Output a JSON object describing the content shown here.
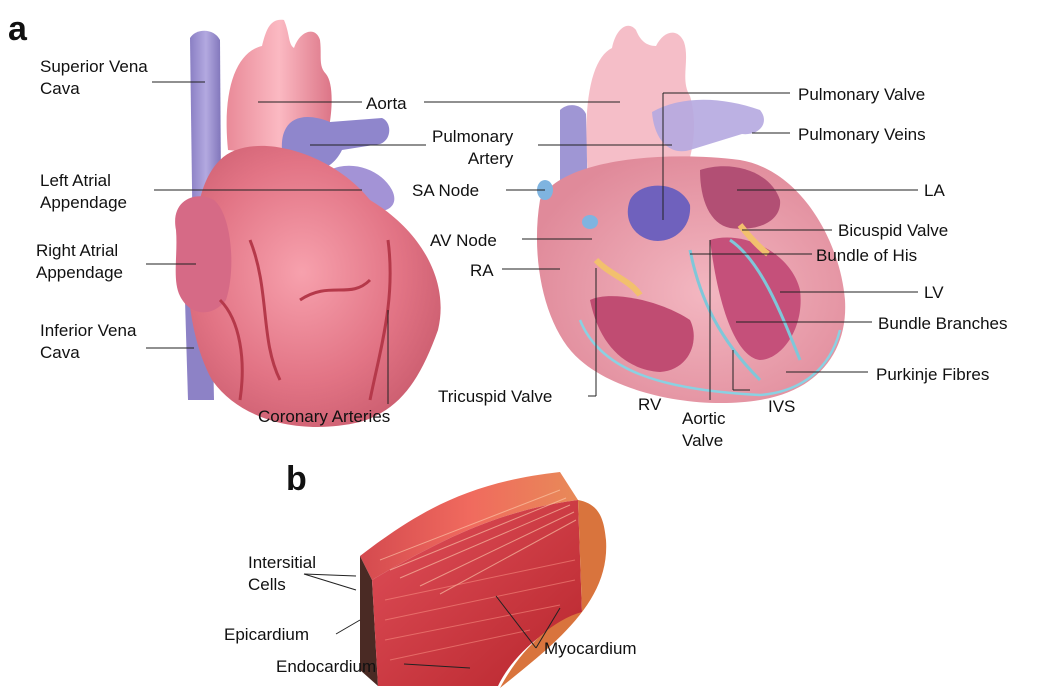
{
  "panels": {
    "a": "a",
    "b": "b"
  },
  "left_heart": {
    "superior_vena_cava": [
      "Superior Vena",
      "Cava"
    ],
    "aorta": "Aorta",
    "pulmonary_artery": [
      "Pulmonary",
      "Artery"
    ],
    "left_atrial_appendage": [
      "Left Atrial",
      "Appendage"
    ],
    "right_atrial_appendage": [
      "Right Atrial",
      "Appendage"
    ],
    "inferior_vena_cava": [
      "Inferior Vena",
      "Cava"
    ],
    "coronary_arteries": "Coronary Arteries"
  },
  "right_heart": {
    "sa_node": "SA Node",
    "av_node": "AV Node",
    "ra": "RA",
    "tricuspid_valve": "Tricuspid Valve",
    "rv": "RV",
    "aortic_valve": [
      "Aortic",
      "Valve"
    ],
    "ivs": "IVS",
    "pulmonary_valve": "Pulmonary Valve",
    "pulmonary_veins": "Pulmonary Veins",
    "la": "LA",
    "bicuspid_valve": "Bicuspid Valve",
    "bundle_of_his": "Bundle of His",
    "lv": "LV",
    "bundle_branches": "Bundle Branches",
    "purkinje_fibres": "Purkinje Fibres"
  },
  "tissue": {
    "intersitial_cells": [
      "Intersitial",
      "Cells"
    ],
    "epicardium": "Epicardium",
    "endocardium": "Endocardium",
    "myocardium": "Myocardium"
  }
}
